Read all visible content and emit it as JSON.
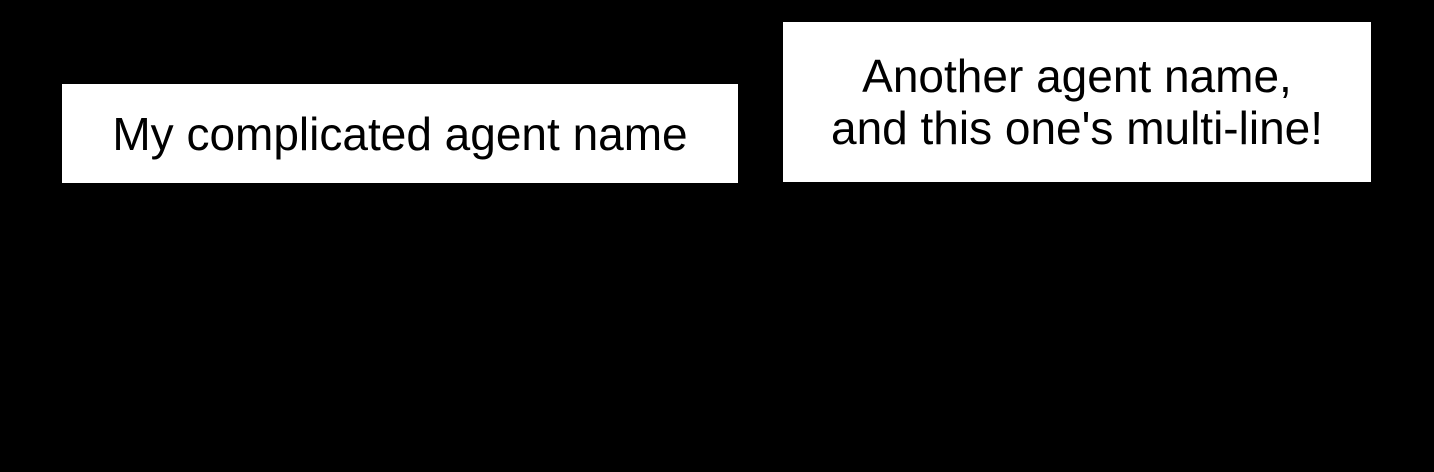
{
  "diagram": {
    "type": "node-graph",
    "background_color": "#000000",
    "nodes": [
      {
        "id": "node-1",
        "shape": "rectangle",
        "fill_color": "#ffffff",
        "text_color": "#000000",
        "lines": [
          "My complicated agent name"
        ],
        "label": "My complicated agent name"
      },
      {
        "id": "node-2",
        "shape": "rectangle",
        "fill_color": "#ffffff",
        "text_color": "#000000",
        "lines": [
          "Another agent name,",
          "and this one's multi-line!"
        ],
        "label": "Another agent name,\nand this one's multi-line!"
      }
    ]
  },
  "colors": {
    "bg": "#000000",
    "node_fill": "#ffffff",
    "node_text": "#000000"
  }
}
